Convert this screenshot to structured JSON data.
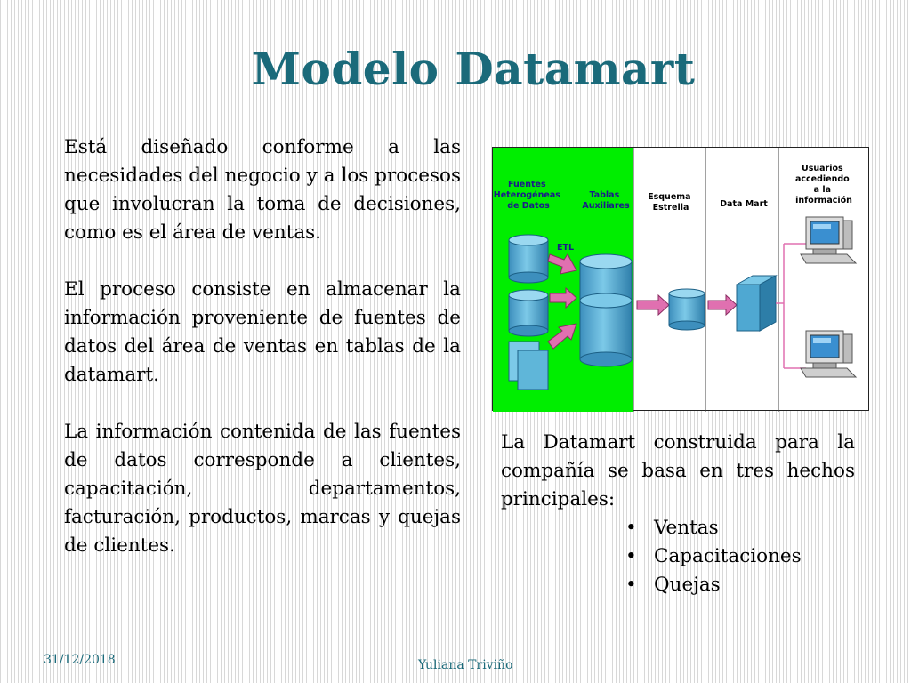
{
  "slide": {
    "title": "Modelo Datamart",
    "left_paragraphs": [
      "Está diseñado conforme a las necesidades del negocio y a los procesos que involucran la toma de decisiones, como es el área de ventas.",
      "El proceso consiste en  almacenar  la información proveniente de  fuentes de datos del  área de ventas  en tablas de la datamart.",
      "La información contenida de las fuentes de datos corresponde a clientes, capacitación, departamentos, facturación, productos, marcas y quejas de clientes."
    ],
    "right_intro": "La Datamart construida para la compañía se basa en tres hechos principales:",
    "facts": [
      "Ventas",
      "Capacitaciones",
      "Quejas"
    ],
    "bullet_char": "•",
    "footer_date": "31/12/2018",
    "footer_author": "Yuliana Triviño"
  },
  "diagram": {
    "labels": {
      "fuentes": [
        "Fuentes",
        "Heterogéneas",
        "de Datos"
      ],
      "tablas": [
        "Tablas",
        "Auxiliares"
      ],
      "esquema": [
        "Esquema",
        "Estrella"
      ],
      "datamart": "Data Mart",
      "usuarios": [
        "Usuarios",
        "accediendo",
        "a la",
        "información"
      ],
      "etl": "ETL"
    },
    "colors": {
      "green_panel": "#00ee00",
      "cylinder": "#5fb6d9",
      "cylinder_dark": "#2d7ea8",
      "arrow": "#e070b0",
      "label_text": "#1a1a8a",
      "title": "#1a6a7a"
    }
  }
}
